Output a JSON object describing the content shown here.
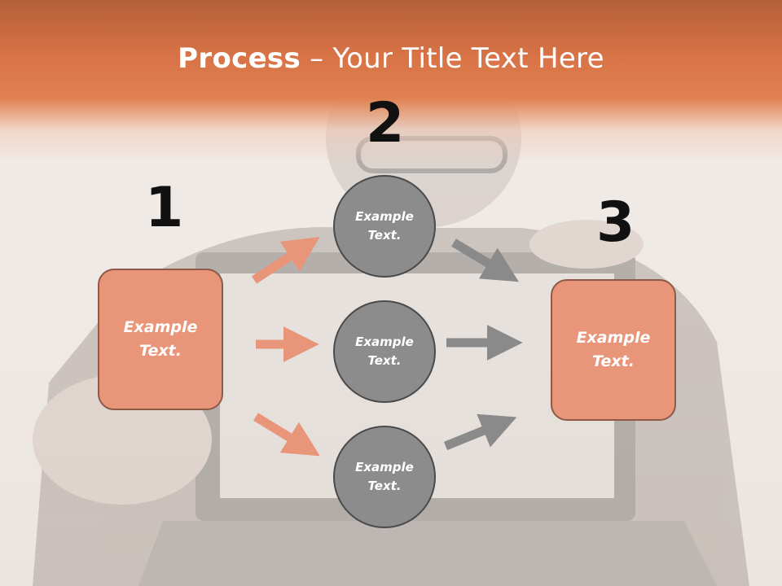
{
  "title": {
    "bold": "Process",
    "dash": " – ",
    "rest": "Your Title Text Here"
  },
  "steps": [
    {
      "number": "1",
      "text": "Example\nText."
    },
    {
      "number": "2",
      "text": "Example\nText."
    },
    {
      "number": "3",
      "text": "Example\nText."
    }
  ],
  "circles": [
    {
      "text": "Example\nText."
    },
    {
      "text": "Example\nText."
    },
    {
      "text": "Example\nText."
    }
  ],
  "colors": {
    "accent": "#e08050",
    "box_fill": "#e8957a",
    "circle_fill": "#8c8c8c",
    "arrow_orange": "#e8957a",
    "arrow_gray": "#8a8a8a"
  }
}
